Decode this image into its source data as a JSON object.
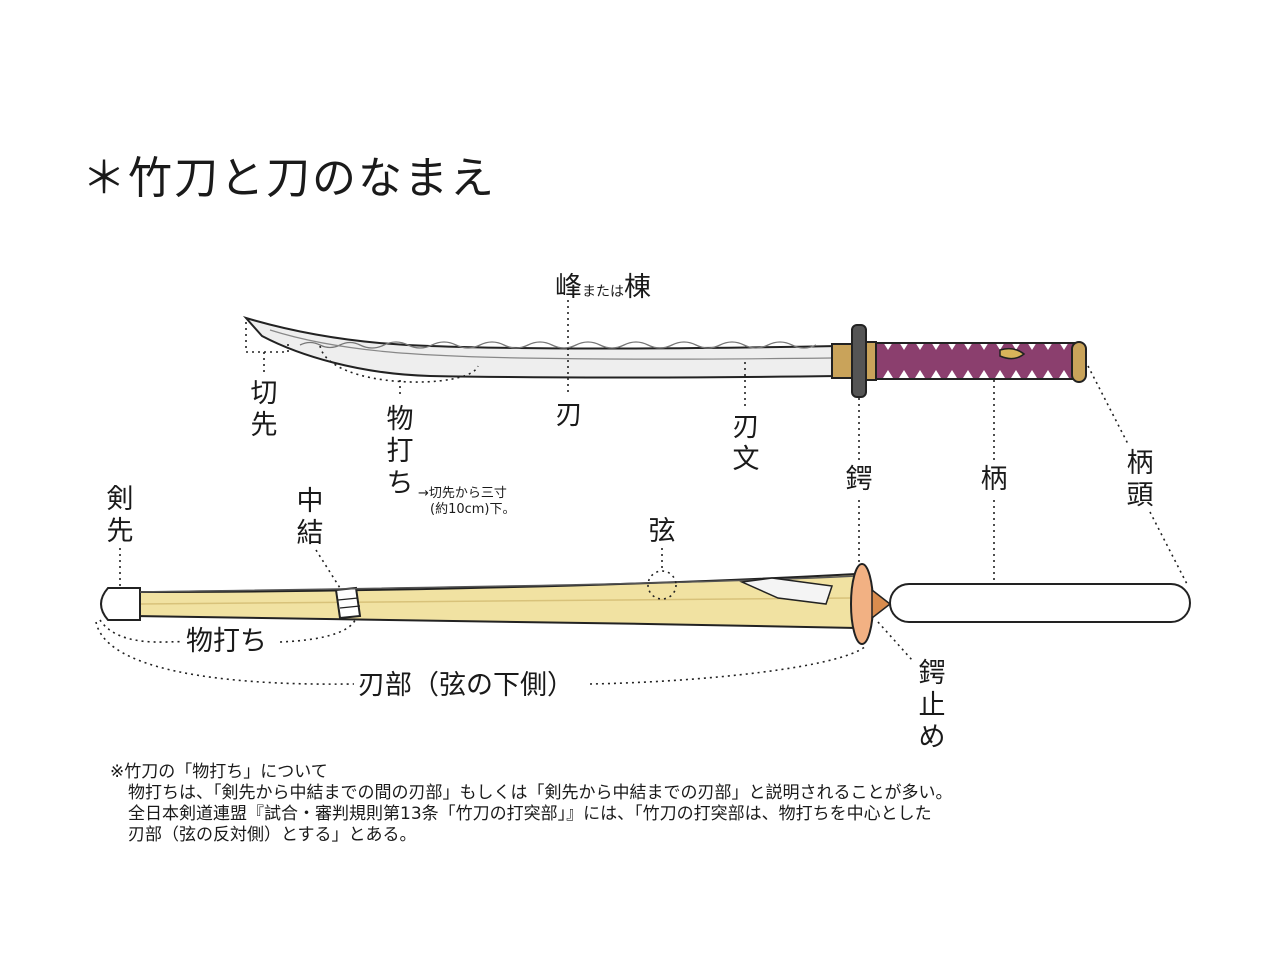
{
  "title": "＊竹刀と刀のなまえ",
  "katana_labels": {
    "mine_a": "峰",
    "mine_or": "または",
    "mine_b": "棟",
    "kissaki": "切先",
    "monouchi": "物打ち",
    "monouchi_note_1": "→切先から三寸",
    "monouchi_note_2": "(約10cm)下。",
    "ha": "刃",
    "hamon": "刃文",
    "tsuba": "鍔",
    "tsuka": "柄",
    "tsukagashira": "柄頭"
  },
  "shinai_labels": {
    "kensen": "剣先",
    "nakayui": "中結",
    "tsuru": "弦",
    "monouchi": "物打ち",
    "jinbu": "刃部（弦の下側）",
    "tsubadome": "鍔止め"
  },
  "colors": {
    "bamboo": "#f1e2a2",
    "grip_wrap": "#8b3f6e",
    "habaki": "#c9a35a",
    "tsuba_shinai": "#f2b183",
    "blade": "#eeeeee"
  },
  "note": {
    "heading": "※竹刀の「物打ち」について",
    "line1": "物打ちは、「剣先から中結までの間の刃部」もしくは「剣先から中結までの刃部」と説明されることが多い。",
    "line2": "全日本剣道連盟『試合・審判規則第13条「竹刀の打突部」』には、「竹刀の打突部は、物打ちを中心とした",
    "line3": "刃部（弦の反対側）とする」とある。"
  }
}
